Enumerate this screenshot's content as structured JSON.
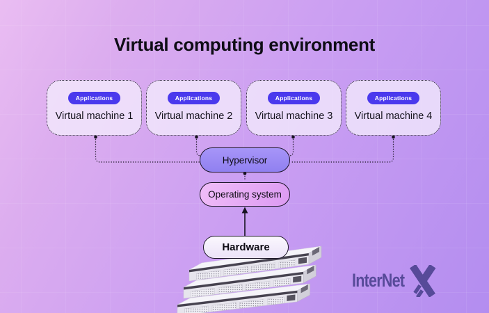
{
  "title": "Virtual computing environment",
  "vms": [
    {
      "badge": "Applications",
      "label": "Virtual machine 1"
    },
    {
      "badge": "Applications",
      "label": "Virtual machine 2"
    },
    {
      "badge": "Applications",
      "label": "Virtual machine 3"
    },
    {
      "badge": "Applications",
      "label": "Virtual machine 4"
    }
  ],
  "stack": {
    "hypervisor": "Hypervisor",
    "operating_system": "Operating system",
    "hardware": "Hardware"
  },
  "logo": {
    "text": "InterNet",
    "mark": "X"
  },
  "colors": {
    "background_start": "#eabdf2",
    "background_end": "#b38df0",
    "badge": "#4a39ed",
    "hypervisor_fill": "#9c88f4",
    "operating_system_fill": "#e3a6f4",
    "hardware_fill": "#f6f0fd",
    "vm_card_fill": "#f2e9fb",
    "connector": "#2a2236",
    "title_text": "#0f0d16",
    "logo": "#574a99"
  }
}
